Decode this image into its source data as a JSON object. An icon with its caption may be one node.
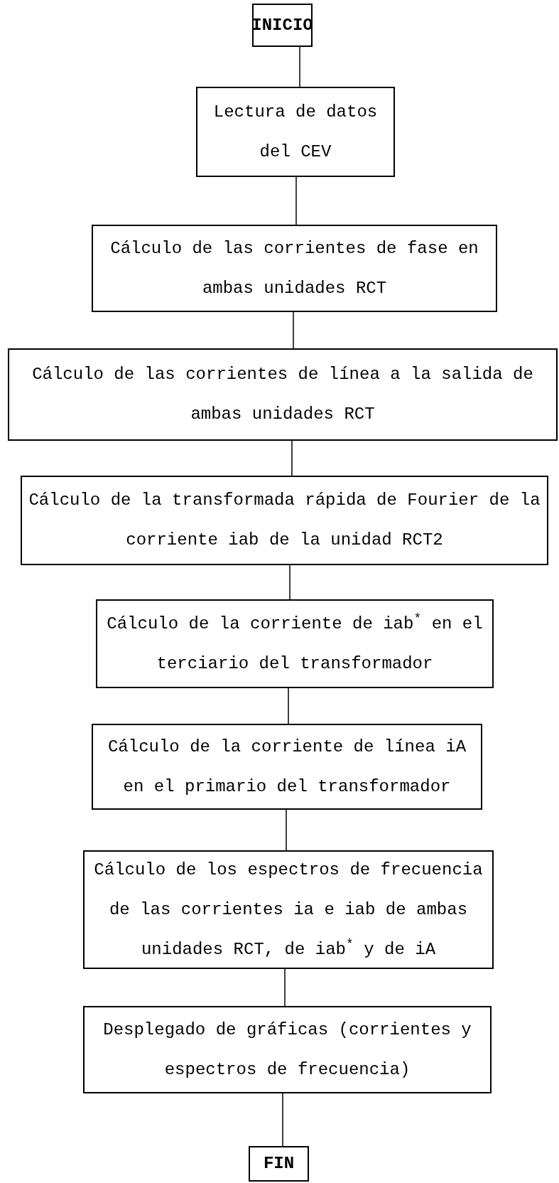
{
  "diagram": {
    "nodes": [
      {
        "text": [
          "INICIO"
        ]
      },
      {
        "text": [
          "Lectura de datos del CEV"
        ]
      },
      {
        "text": [
          "Cálculo de las corrientes de fase en ambas unidades RCT"
        ]
      },
      {
        "text": [
          "Cálculo de las corrientes de línea a la salida de ambas unidades RCT"
        ]
      },
      {
        "text": [
          "Cálculo de la transformada rápida de Fourier de la corriente iab de la unidad RCT2"
        ]
      },
      {
        "text": [
          "Cálculo de la corriente de iab$^{*}$ en el terciario del transformador"
        ]
      },
      {
        "text": [
          "Cálculo de la corriente de línea iA en el primario del transformador"
        ]
      },
      {
        "text": [
          "Cálculo de los espectros de frecuencia de las corrientes ia e iab de ambas unidades RCT, de iab$^{*}$ y de iA"
        ]
      },
      {
        "text": [
          "Desplegado de gráficas (corrientes y espectros de frecuencia)"
        ]
      },
      {
        "text": [
          "FIN"
        ]
      }
    ],
    "edges": [
      {
        "from": 0,
        "to": 1,
        "arrow": "none"
      },
      {
        "from": 1,
        "to": 2,
        "arrow": "none"
      },
      {
        "from": 2,
        "to": 3,
        "arrow": "none"
      },
      {
        "from": 3,
        "to": 4,
        "arrow": "none"
      },
      {
        "from": 4,
        "to": 5,
        "arrow": "none"
      },
      {
        "from": 5,
        "to": 6,
        "arrow": "none"
      },
      {
        "from": 6,
        "to": 7,
        "arrow": "none"
      },
      {
        "from": 7,
        "to": 8,
        "arrow": "none"
      },
      {
        "from": 8,
        "to": 9,
        "arrow": "none"
      }
    ]
  }
}
